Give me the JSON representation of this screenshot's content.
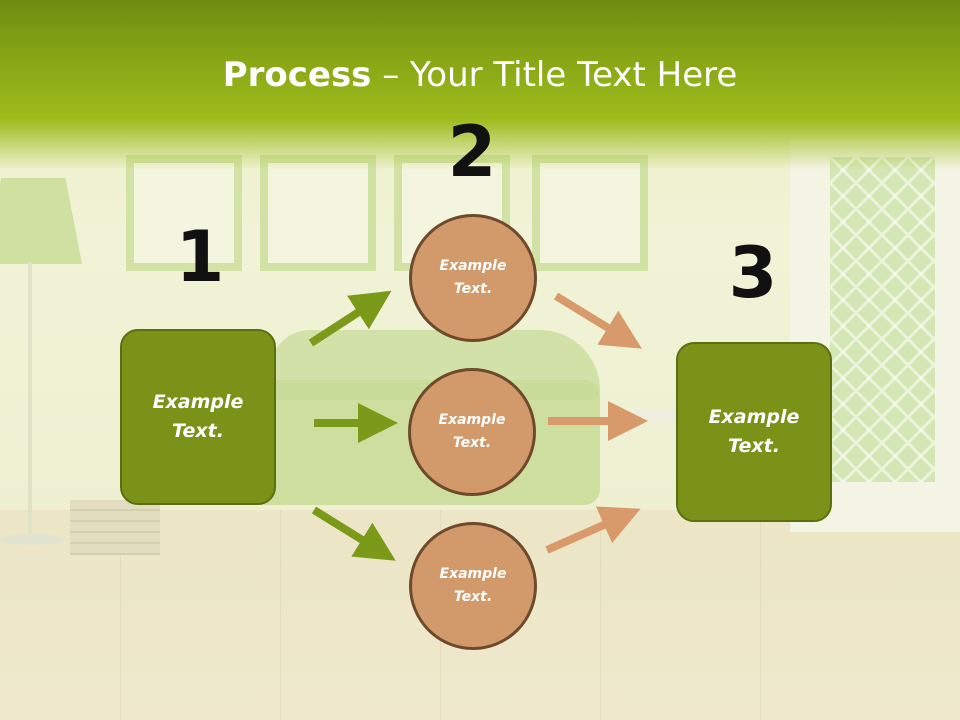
{
  "title": {
    "bold": "Process",
    "rest": " – Your Title Text Here"
  },
  "steps": [
    {
      "number": "1",
      "label": "Example Text."
    },
    {
      "number": "2",
      "items": [
        "Example Text.",
        "Example Text.",
        "Example Text."
      ]
    },
    {
      "number": "3",
      "label": "Example Text."
    }
  ],
  "colors": {
    "green_arrow": "#7b9a1a",
    "tan_arrow": "#d89a6a",
    "box_fill": "#7a9218",
    "circle_fill": "#d29a6a"
  }
}
